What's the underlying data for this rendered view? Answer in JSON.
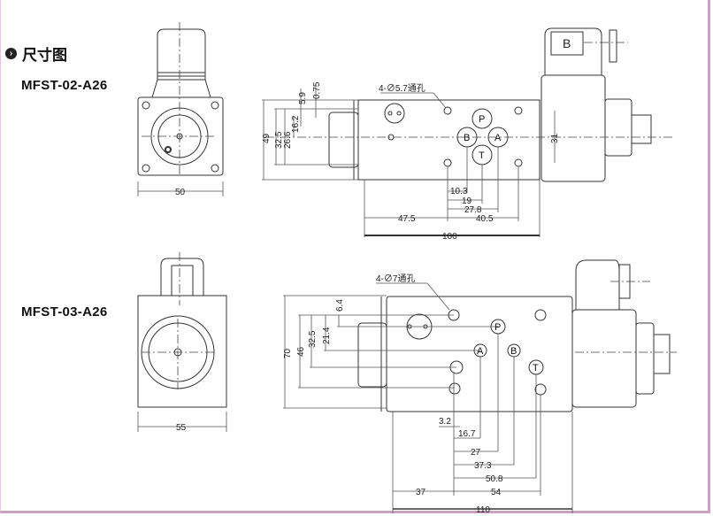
{
  "header": {
    "bullet_icon": "circle-arrow-icon",
    "title": "尺寸图"
  },
  "models": [
    {
      "name": "MFST-02-A26",
      "front_width": "50",
      "note": "4-∅5.7通孔",
      "connector_label": "B",
      "vertical_dims": [
        "49",
        "32.5",
        "26.6",
        "16.2",
        "5.9",
        "0.75"
      ],
      "right_dim": "31",
      "horizontal_dims": [
        "10.3",
        "19",
        "27.8",
        "47.5",
        "40.5",
        "100"
      ],
      "ports": [
        "P",
        "B",
        "A",
        "T"
      ]
    },
    {
      "name": "MFST-03-A26",
      "front_width": "55",
      "note": "4-∅7通孔",
      "vertical_dims": [
        "70",
        "46",
        "32.5",
        "21.4",
        "6.4"
      ],
      "horizontal_dims": [
        "3.2",
        "16.7",
        "27",
        "37.3",
        "50.8",
        "37",
        "54",
        "110"
      ],
      "ports": [
        "P",
        "A",
        "B",
        "T"
      ]
    }
  ]
}
